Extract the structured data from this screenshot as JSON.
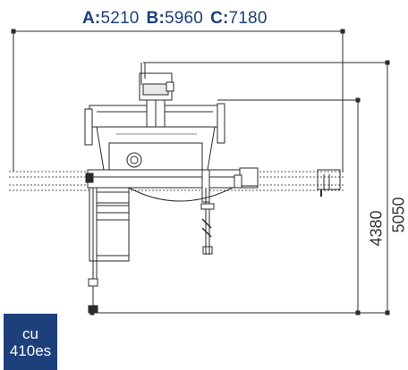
{
  "dimensions": {
    "a_label": "A:",
    "a_value": "5210",
    "b_label": "B:",
    "b_value": "5960",
    "c_label": "C:",
    "c_value": "7180",
    "height_inner": "4380",
    "height_outer": "5050"
  },
  "badge": {
    "line1": "cu",
    "line2": "410es"
  },
  "colors": {
    "brand": "#1d3f7a",
    "line": "#2a2a2a"
  }
}
